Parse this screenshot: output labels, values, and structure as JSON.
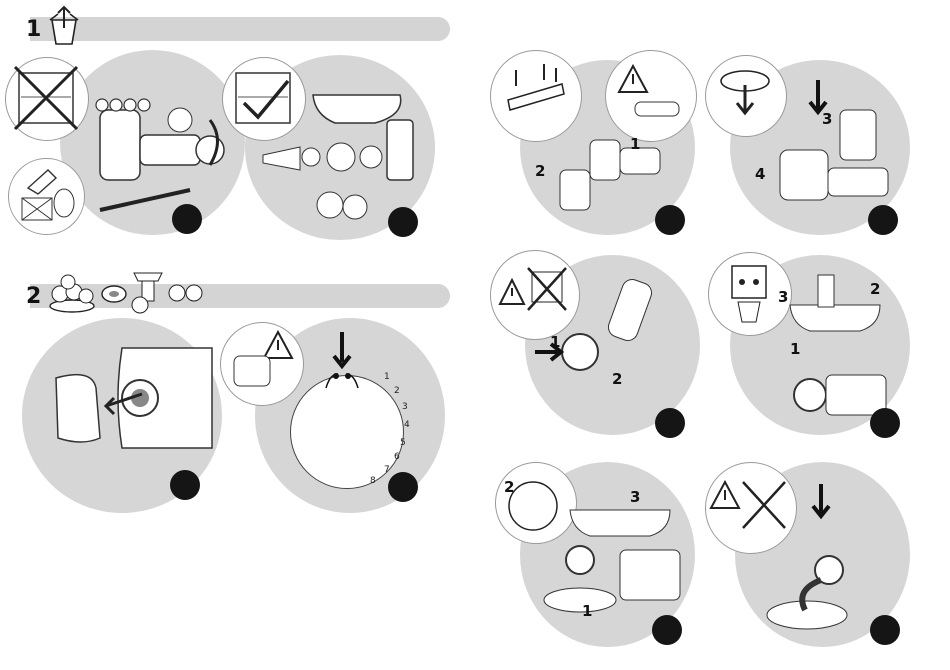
{
  "sections": [
    {
      "number": "1"
    },
    {
      "number": "2"
    }
  ],
  "panel_labels": {
    "p3a": [
      "1",
      "2"
    ],
    "p3b": [
      "3",
      "4"
    ],
    "p3c": [
      "1",
      "2"
    ],
    "p3d": [
      "1",
      "2",
      "3"
    ],
    "p3e": [
      "1",
      "2",
      "3"
    ]
  },
  "dial": {
    "numbers": [
      "1",
      "2",
      "3",
      "4",
      "5",
      "6",
      "7",
      "8"
    ]
  },
  "icons": [
    "unpack-icon",
    "dishwasher-icon",
    "warning-icon",
    "plug-icon",
    "mincer-icon",
    "speed-dial-icon"
  ],
  "colors": {
    "panel": "#d6d6d6",
    "bar": "#d4d4d4",
    "dot": "#151515"
  }
}
